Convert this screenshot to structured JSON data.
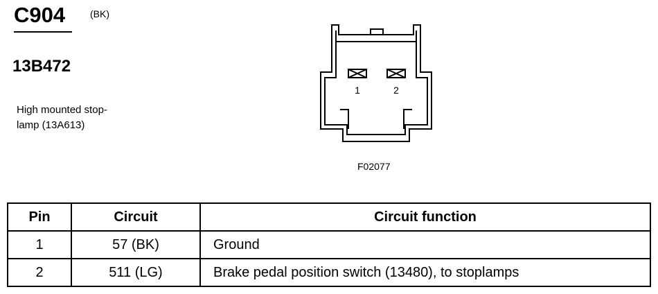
{
  "connector": {
    "id": "C904",
    "color": "(BK)",
    "part_number": "13B472",
    "description_lines": [
      "High mounted stop-",
      "lamp (13A613)"
    ]
  },
  "diagram": {
    "pin_labels": [
      "1",
      "2"
    ],
    "figure_id": "F02077"
  },
  "table": {
    "headers": [
      "Pin",
      "Circuit",
      "Circuit function"
    ],
    "rows": [
      [
        "1",
        "57 (BK)",
        "Ground"
      ],
      [
        "2",
        "511 (LG)",
        "Brake pedal position switch (13480), to stoplamps"
      ]
    ]
  }
}
